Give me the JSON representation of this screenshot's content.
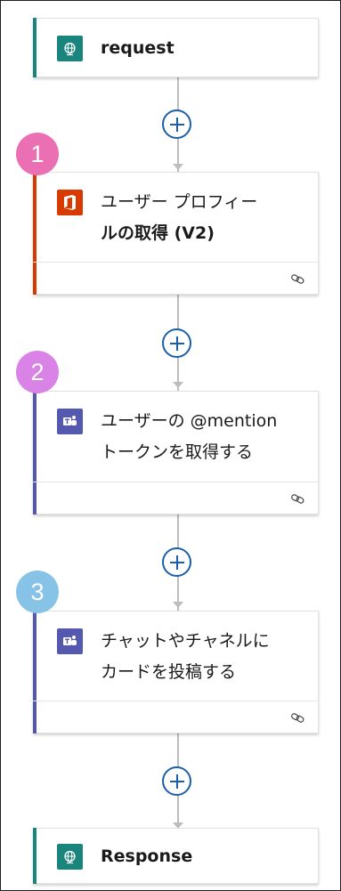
{
  "steps": [
    {
      "title": "request"
    },
    {
      "badge": "1",
      "title_line1": "ユーザー プロフィー",
      "title_line2": "ルの取得 (V2)",
      "connection_icon": "link-icon"
    },
    {
      "badge": "2",
      "title_line1": "ユーザーの @mention",
      "title_line2": "トークンを取得する",
      "connection_icon": "link-icon"
    },
    {
      "badge": "3",
      "title_line1": "チャットやチャネルに",
      "title_line2": "カードを投稿する",
      "connection_icon": "link-icon"
    },
    {
      "title": "Response"
    }
  ],
  "colors": {
    "request_accent": "#1a857d",
    "office_accent": "#d83b01",
    "teams_accent": "#5558af",
    "badge_1": "#ea6fb3",
    "badge_2": "#d983e6",
    "badge_3": "#86c3e7",
    "add_button": "#1b5fa8"
  },
  "icons": {
    "request": "globe-icon",
    "office": "office-icon",
    "teams": "teams-icon",
    "add": "plus-icon",
    "connection": "link-icon"
  }
}
